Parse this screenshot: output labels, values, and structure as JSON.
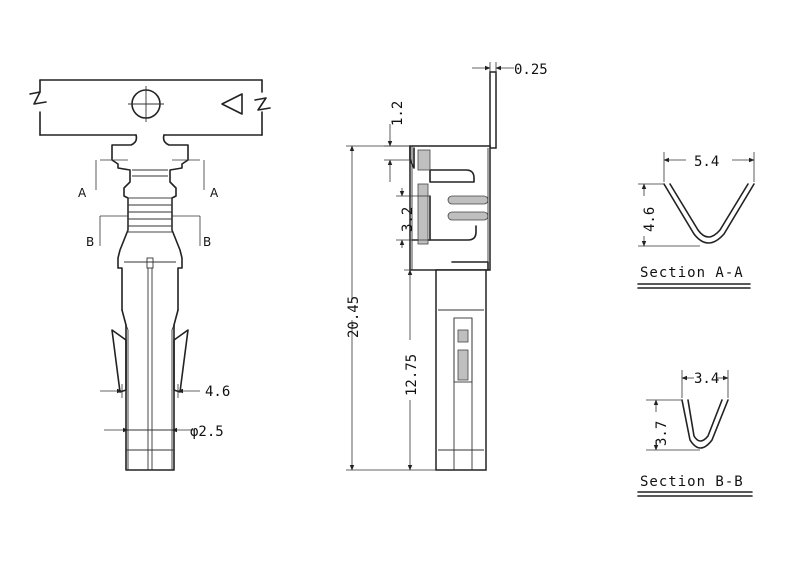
{
  "front_view": {
    "section_a_left": "A",
    "section_a_right": "A",
    "section_b_left": "B",
    "section_b_right": "B",
    "dim_width": "4.6",
    "dim_diameter": "φ2.5"
  },
  "side_view": {
    "dim_thickness": "0.25",
    "dim_tab": "1.2",
    "dim_slot": "3.2",
    "dim_total": "20.45",
    "dim_lower": "12.75"
  },
  "section_aa": {
    "dim_width": "5.4",
    "dim_height": "4.6",
    "caption": "Section A-A"
  },
  "section_bb": {
    "dim_width": "3.4",
    "dim_height": "3.7",
    "caption": "Section B-B"
  }
}
